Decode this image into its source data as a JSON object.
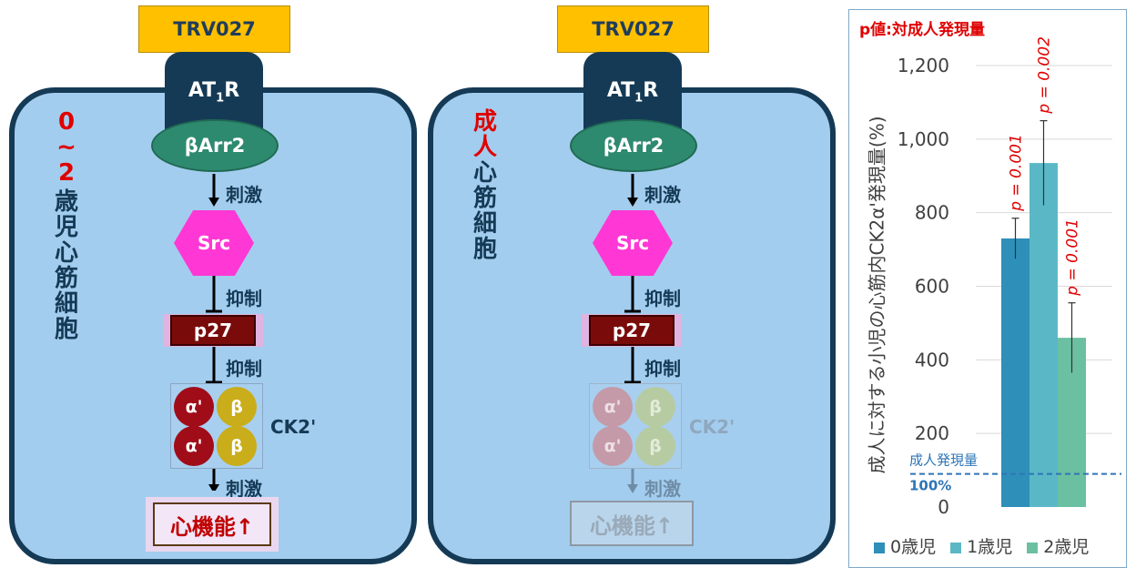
{
  "panels": [
    {
      "drug": "TRV027",
      "receptor_main": "AT",
      "receptor_sub": "1",
      "receptor_tail": "R",
      "arrestin": "βArr2",
      "cell_label_red": "0~2",
      "cell_label_dark": "歳児心筋細胞",
      "step1": "刺激",
      "kinase": "Src",
      "step2": "抑制",
      "inhibitor": "p27",
      "step3": "抑制",
      "alpha": "α'",
      "beta": "β",
      "complex": "CK2'",
      "step4": "刺激",
      "result": "心機能↑"
    },
    {
      "drug": "TRV027",
      "receptor_main": "AT",
      "receptor_sub": "1",
      "receptor_tail": "R",
      "arrestin": "βArr2",
      "cell_label_red": "成人",
      "cell_label_dark": "心筋細胞",
      "step1": "刺激",
      "kinase": "Src",
      "step2": "抑制",
      "inhibitor": "p27",
      "step3": "抑制",
      "alpha": "α'",
      "beta": "β",
      "complex": "CK2'",
      "step4": "刺激",
      "result": "心機能↑"
    }
  ],
  "colors": {
    "cell_fill": "#a3cdee",
    "cell_border": "#153a56",
    "drug": "#ffc000",
    "arrestin": "#2e8a6f",
    "src": "#ff38d5",
    "p27": "#7a0b0b",
    "alpha": "#a10c19",
    "beta": "#c9ad1a",
    "accent_red": "#e00000"
  },
  "chart_data": {
    "type": "bar",
    "title": "p値:対成人発現量",
    "ylabel": "成人に対する小児の心筋内CK2α'発現量(%)",
    "ylim": [
      0,
      1200
    ],
    "yticks": [
      "0",
      "200",
      "400",
      "600",
      "800",
      "1,000",
      "1,200"
    ],
    "categories": [
      "0歳児",
      "1歳児",
      "2歳児"
    ],
    "values": [
      730,
      935,
      460
    ],
    "errors": [
      55,
      115,
      95
    ],
    "pvalues": [
      "p = 0.001",
      "p = 0.002",
      "p = 0.001"
    ],
    "reference": {
      "value": 100,
      "label": "成人発現量",
      "value_label": "100%"
    },
    "series_colors": [
      "#2e8fb9",
      "#5ab8c6",
      "#6cc0a2"
    ],
    "grid": true,
    "legend": "bottom"
  }
}
